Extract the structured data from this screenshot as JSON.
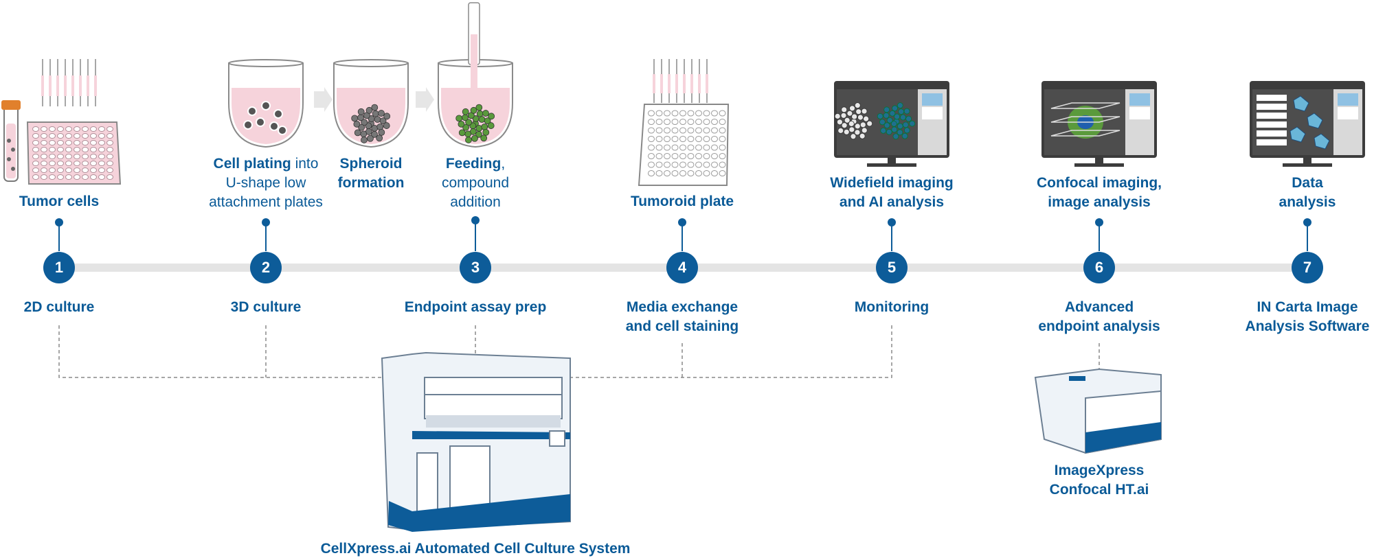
{
  "top_labels": [
    {
      "bold": "Tumor cells",
      "rest": "",
      "lines": []
    },
    {
      "bold": "Cell plating",
      "rest": " into",
      "lines": [
        "U-shape low",
        "attachment plates"
      ]
    },
    {
      "bold": "Spheroid",
      "rest": "",
      "lines_bold": [
        "formation"
      ]
    },
    {
      "bold": "Feeding",
      "rest": ",",
      "lines": [
        "compound",
        "addition"
      ]
    },
    {
      "bold": "Tumoroid plate",
      "rest": "",
      "lines": []
    },
    {
      "bold": "Widefield imaging",
      "rest": "",
      "lines_bold": [
        "and AI analysis"
      ]
    },
    {
      "bold": "Confocal imaging,",
      "rest": "",
      "lines_bold": [
        "image analysis"
      ]
    },
    {
      "bold": "Data",
      "rest": "",
      "lines_bold": [
        "analysis"
      ]
    }
  ],
  "steps": [
    "1",
    "2",
    "3",
    "4",
    "5",
    "6",
    "7"
  ],
  "phases": [
    [
      "2D culture"
    ],
    [
      "3D culture"
    ],
    [
      "Endpoint assay prep"
    ],
    [
      "Media exchange",
      "and cell staining"
    ],
    [
      "Monitoring"
    ],
    [
      "Advanced",
      "endpoint analysis"
    ],
    [
      "IN Carta Image",
      "Analysis Software"
    ]
  ],
  "instruments": {
    "cellxpress": "CellXpress.ai Automated Cell Culture System",
    "imagexpress_line1": "ImageXpress",
    "imagexpress_line2": "Confocal HT.ai"
  },
  "colors": {
    "brand_blue": "#0d5c99",
    "pink": "#f6d3db",
    "timeline_gray": "#e4e4e4"
  }
}
